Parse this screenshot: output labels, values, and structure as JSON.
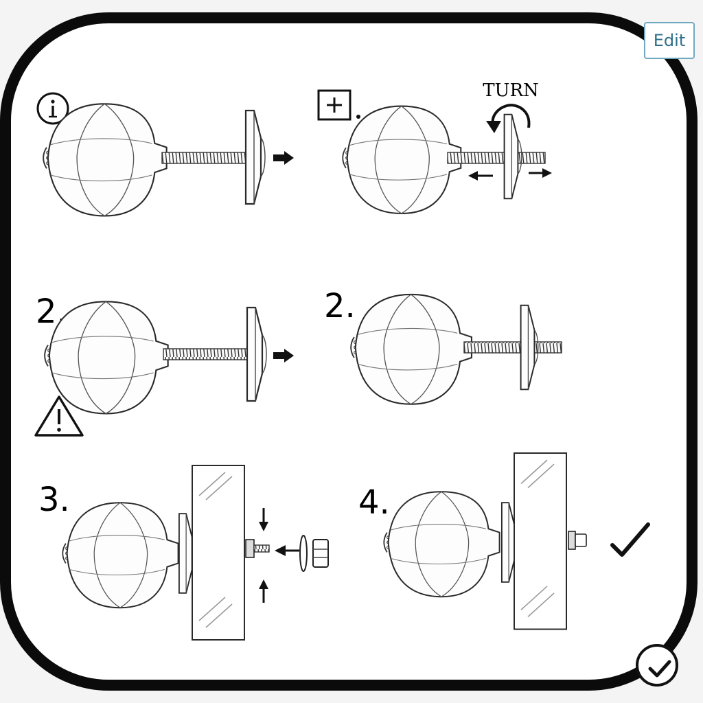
{
  "toolbar": {
    "edit_label": "Edit"
  },
  "steps": [
    {
      "label": ""
    },
    {
      "label": ""
    },
    {
      "label": "2."
    },
    {
      "label": "2."
    },
    {
      "label": "3."
    },
    {
      "label": "4."
    }
  ],
  "annotations": {
    "turn": "TURN"
  },
  "icons": {
    "info": "info-icon",
    "plus": "plus-box-icon",
    "warning": "warning-icon",
    "check": "checkmark-icon",
    "done": "done-circle-check-icon"
  },
  "colors": {
    "ink": "#111111",
    "line": "#2a2a2a",
    "edit_border": "#6fa9bf",
    "edit_text": "#2f6f8a"
  }
}
